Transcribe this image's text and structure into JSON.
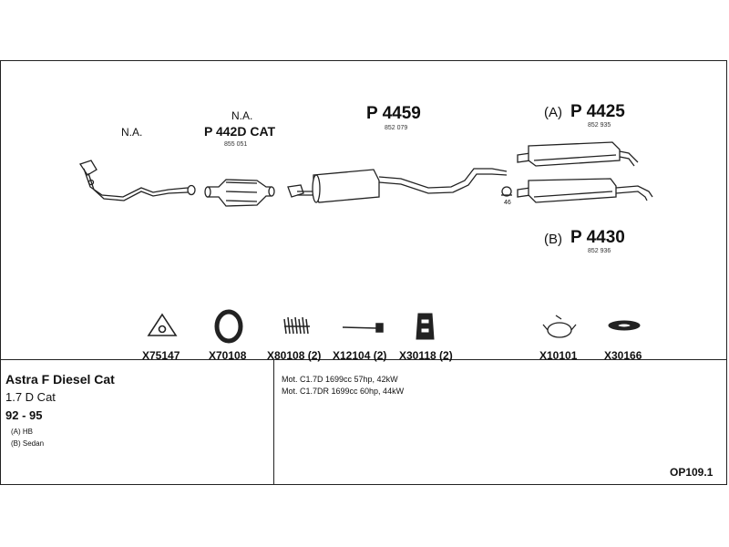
{
  "parts": {
    "front_pipe": {
      "label": "N.A."
    },
    "catalyst": {
      "na": "N.A.",
      "part": "P 442D CAT",
      "ref": "855 051"
    },
    "middle": {
      "part": "P 4459",
      "ref": "852 079"
    },
    "rear_a": {
      "variant": "(A)",
      "part": "P 4425",
      "ref": "852 935"
    },
    "rear_b": {
      "variant": "(B)",
      "part": "P 4430",
      "ref": "852 936"
    },
    "hanger_num": "46"
  },
  "accessories": [
    {
      "code": "X75147",
      "icon": "gasket-triangle-icon"
    },
    {
      "code": "X70108",
      "icon": "ring-gasket-icon"
    },
    {
      "code": "X80108 (2)",
      "icon": "spring-icon"
    },
    {
      "code": "X12104 (2)",
      "icon": "bolt-icon"
    },
    {
      "code": "X30118 (2)",
      "icon": "rubber-mount-icon"
    },
    {
      "code": "X10101",
      "icon": "clamp-icon"
    },
    {
      "code": "X30166",
      "icon": "flat-gasket-icon"
    }
  ],
  "vehicle": {
    "model": "Astra F Diesel Cat",
    "engine": "1.7 D Cat",
    "years": "92 - 95",
    "variant_a": "(A) HB",
    "variant_b": "(B) Sedan"
  },
  "motors": [
    "Mot. C1.7D 1699cc 57hp, 42kW",
    "Mot. C1.7DR 1699cc 60hp, 44kW"
  ],
  "diagram_code": "OP109.1"
}
